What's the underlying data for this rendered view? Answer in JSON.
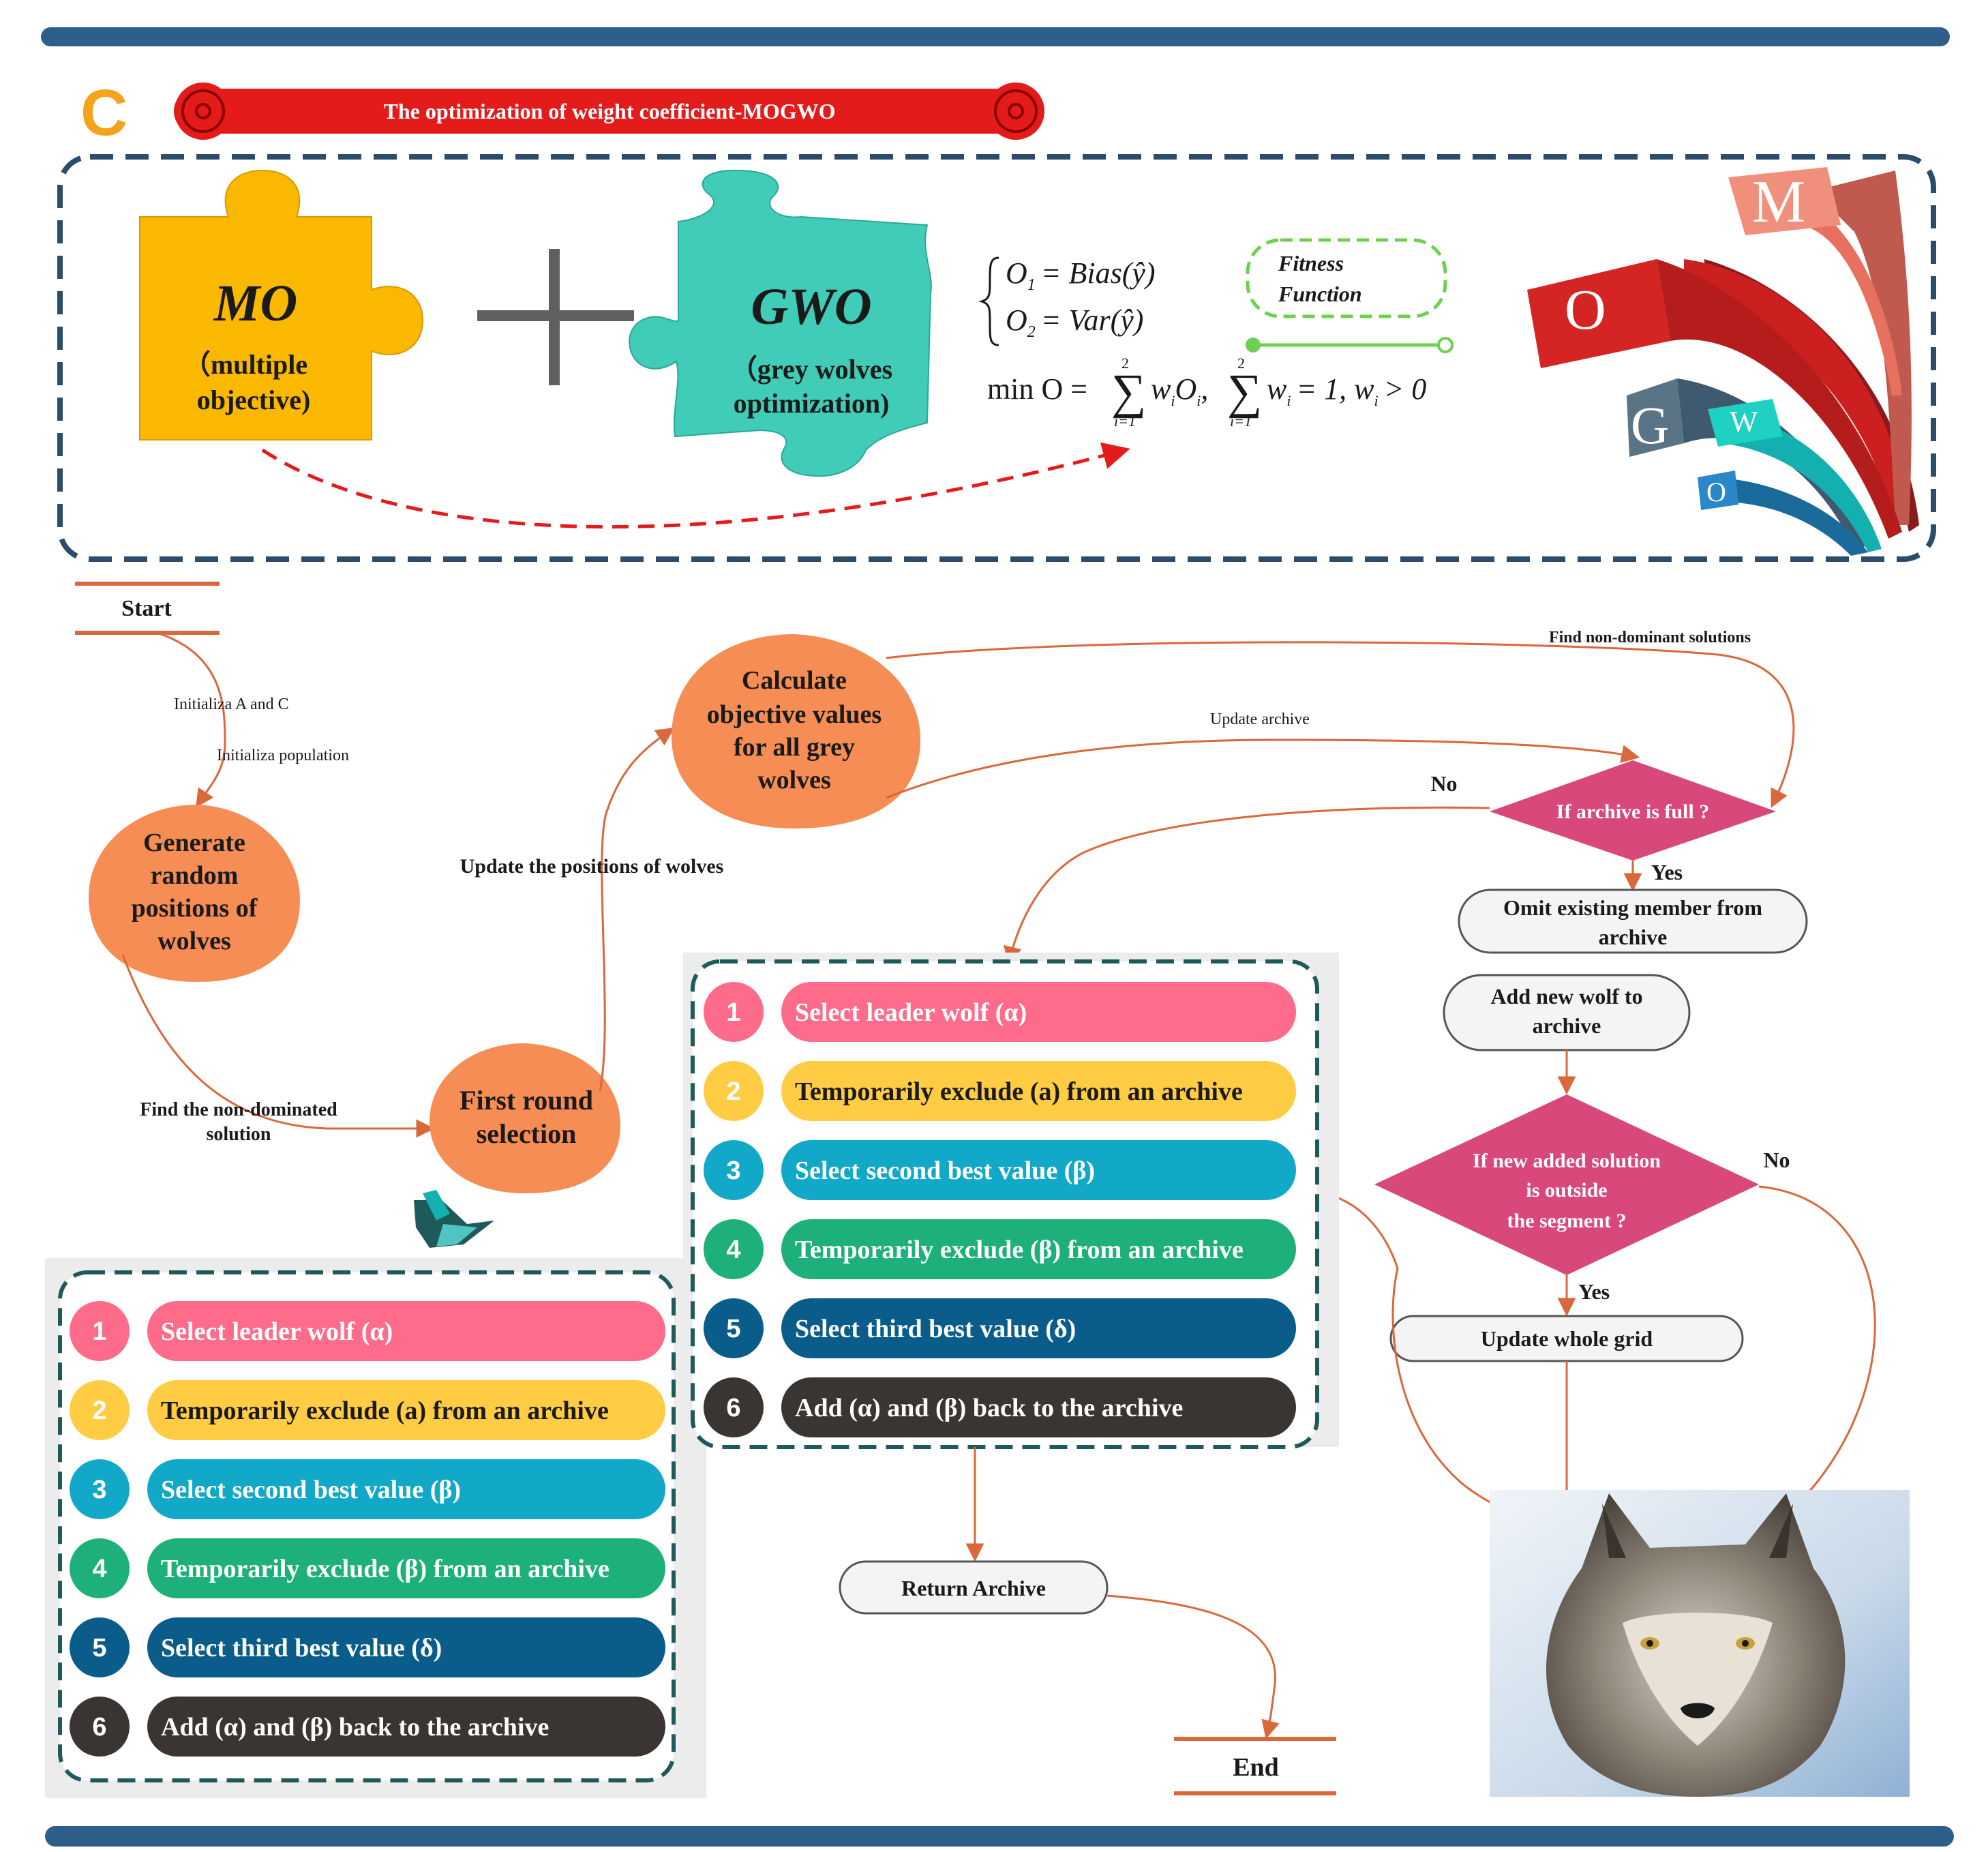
{
  "panel_letter": "C",
  "banner_title": "The optimization of weight coefficient-MOGWO",
  "colors": {
    "frame_bar": "#2e5f8a",
    "dashed_border": "#2b4d6b",
    "banner_red": "#e31b1b",
    "mo_piece": "#fbb800",
    "gwo_piece": "#40ccb6",
    "orange_node": "#f58d54",
    "decision_pink": "#d8487a",
    "arrow": "#d9683a",
    "step_pink": "#ff6b8a",
    "step_yellow": "#ffcc44",
    "step_cyan": "#12a8c8",
    "step_green": "#1eb07a",
    "step_navy": "#0a5d8a",
    "step_dark": "#3a3432",
    "list_border": "#1f5a5a"
  },
  "mo_piece": {
    "title": "MO",
    "line1": "（multiple",
    "line2": "objective)"
  },
  "gwo_piece": {
    "title": "GWO",
    "line1": "（grey wolves",
    "line2": "optimization)"
  },
  "formula": {
    "o1_lhs": "O",
    "o1_sub": "1",
    "o1_rhs": "= Bias(ŷ)",
    "o2_lhs": "O",
    "o2_sub": "2",
    "o2_rhs": "= Var(ŷ)",
    "min_prefix": "min O =",
    "sum_upper": "2",
    "sum_lower": "i=1",
    "term1": "w",
    "term1_sub": "i",
    "term1b": "O",
    "term1b_sub": "i",
    "term2": "w",
    "term2_sub": "i",
    "tail": "= 1, w",
    "tail_sub": "i",
    "tail_end": "> 0"
  },
  "fitness_label": {
    "line1": "Fitness",
    "line2": "Function"
  },
  "logo_letters": [
    "M",
    "O",
    "G",
    "W",
    "O"
  ],
  "flow": {
    "start": "Start",
    "end": "End",
    "init_ac": "Initializa A and C",
    "init_pop": "Initializa population",
    "generate": [
      "Generate",
      "random",
      "positions of",
      "wolves"
    ],
    "find_nondominated": [
      "Find the non-dominated",
      "solution"
    ],
    "first_round": [
      "First round",
      "selection"
    ],
    "update_positions": "Update the positions of wolves",
    "calculate": [
      "Calculate",
      "objective values",
      "for all grey",
      "wolves"
    ],
    "find_nondominant": "Find non-dominant solutions",
    "update_archive": "Update archive",
    "archive_full": "If archive is full ?",
    "no1": "No",
    "yes1": "Yes",
    "omit": [
      "Omit existing member from",
      "archive"
    ],
    "add_new": [
      "Add new wolf to",
      "archive"
    ],
    "outside_segment": [
      "If new added solution",
      "is outside",
      "the segment ?"
    ],
    "no2": "No",
    "yes2": "Yes",
    "update_grid": "Update whole grid",
    "return_archive": "Return Archive"
  },
  "steps": [
    {
      "num": "1",
      "label": "Select leader wolf (α)"
    },
    {
      "num": "2",
      "label": "Temporarily exclude (a) from an archive"
    },
    {
      "num": "3",
      "label": "Select second best value (β)"
    },
    {
      "num": "4",
      "label": "Temporarily exclude (β) from an archive"
    },
    {
      "num": "5",
      "label": "Select third best value (δ)"
    },
    {
      "num": "6",
      "label": "Add (α) and (β) back to the archive"
    }
  ]
}
